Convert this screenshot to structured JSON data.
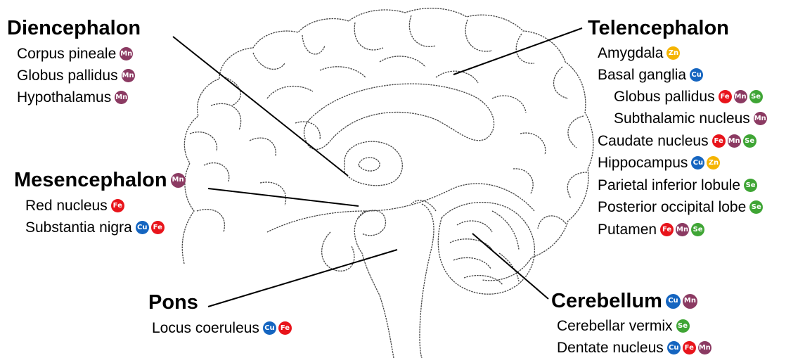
{
  "element_colors": {
    "Mn": "#8b3a62",
    "Fe": "#e8141b",
    "Cu": "#1565c0",
    "Zn": "#f5b400",
    "Se": "#3fa535"
  },
  "regions": {
    "diencephalon": {
      "title": "Diencephalon",
      "items": [
        {
          "name": "Corpus pineale",
          "elements": [
            "Mn"
          ]
        },
        {
          "name": "Globus pallidus",
          "elements": [
            "Mn"
          ]
        },
        {
          "name": "Hypothalamus",
          "elements": [
            "Mn"
          ]
        }
      ]
    },
    "mesencephalon": {
      "title": "Mesencephalon",
      "elements": [
        "Mn"
      ],
      "items": [
        {
          "name": "Red nucleus",
          "elements": [
            "Fe"
          ]
        },
        {
          "name": "Substantia nigra",
          "elements": [
            "Cu",
            "Fe"
          ]
        }
      ]
    },
    "pons": {
      "title": "Pons",
      "items": [
        {
          "name": "Locus coeruleus",
          "elements": [
            "Cu",
            "Fe"
          ]
        }
      ]
    },
    "telencephalon": {
      "title": "Telencephalon",
      "items": [
        {
          "name": "Amygdala",
          "elements": [
            "Zn"
          ]
        },
        {
          "name": "Basal ganglia",
          "elements": [
            "Cu"
          ]
        },
        {
          "name": "Globus pallidus",
          "elements": [
            "Fe",
            "Mn",
            "Se"
          ]
        },
        {
          "name": "Subthalamic nucleus",
          "elements": [
            "Mn"
          ]
        },
        {
          "name": "Caudate nucleus",
          "elements": [
            "Fe",
            "Mn",
            "Se"
          ]
        },
        {
          "name": "Hippocampus",
          "elements": [
            "Cu",
            "Zn"
          ]
        },
        {
          "name": "Parietal inferior lobule",
          "elements": [
            "Se"
          ]
        },
        {
          "name": "Posterior occipital lobe",
          "elements": [
            "Se"
          ]
        },
        {
          "name": "Putamen",
          "elements": [
            "Fe",
            "Mn",
            "Se"
          ]
        }
      ]
    },
    "cerebellum": {
      "title": "Cerebellum",
      "elements": [
        "Cu",
        "Mn"
      ],
      "items": [
        {
          "name": "Cerebellar vermix",
          "elements": [
            "Se"
          ]
        },
        {
          "name": "Dentate nucleus",
          "elements": [
            "Cu",
            "Fe",
            "Mn"
          ]
        }
      ]
    }
  }
}
